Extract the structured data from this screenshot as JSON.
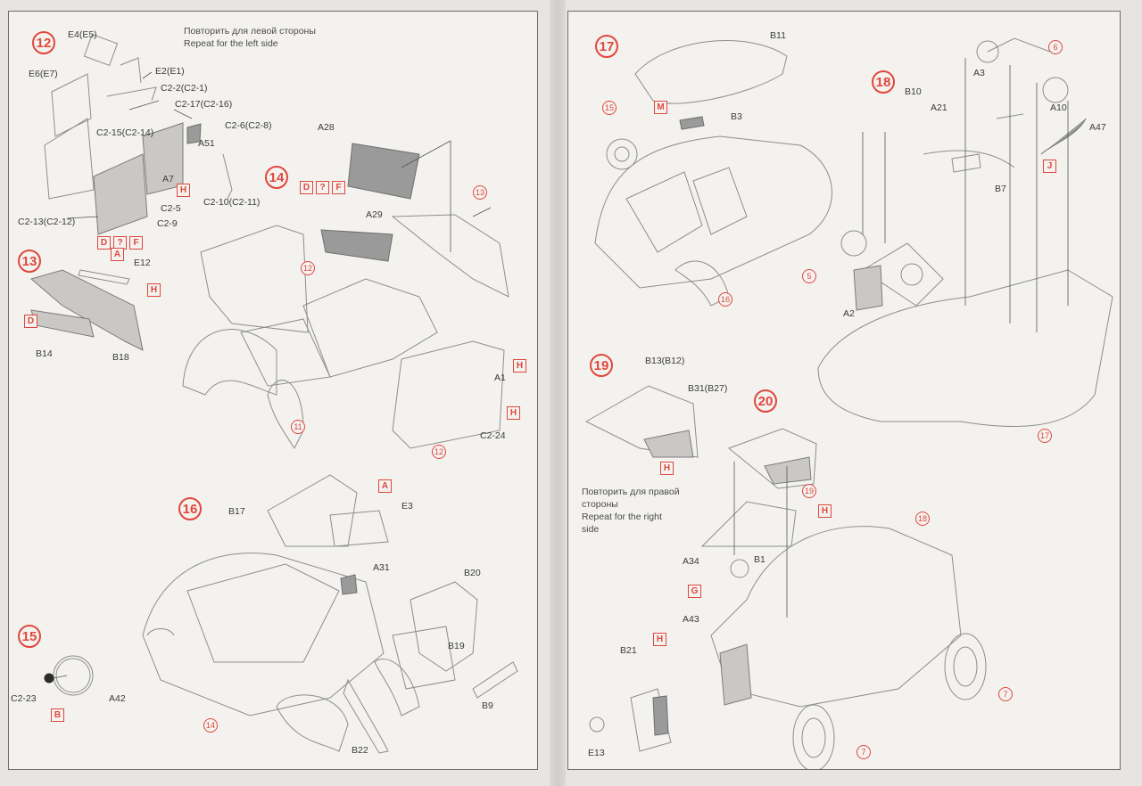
{
  "left": {
    "step12": {
      "num": "12",
      "note_ru": "Повторить для левой стороны",
      "note_en": "Repeat for the left side",
      "labels": [
        "E4(E5)",
        "E6(E7)",
        "E2(E1)",
        "C2-2(C2-1)",
        "C2-17(C2-16)",
        "C2-15(C2-14)",
        "C2-6(C2-8)",
        "A51",
        "A7",
        "C2-5",
        "C2-9",
        "C2-10(C2-11)",
        "C2-13(C2-12)"
      ],
      "boxes": [
        "H",
        "D",
        "?",
        "F"
      ]
    },
    "step13": {
      "num": "13",
      "labels": [
        "E12",
        "B14",
        "B18"
      ],
      "boxes": [
        "A",
        "H",
        "D"
      ]
    },
    "step14": {
      "num": "14",
      "labels": [
        "A28",
        "A29",
        "A1",
        "C2-24"
      ],
      "boxes": [
        "D",
        "?",
        "F",
        "H",
        "H"
      ],
      "refs": [
        "13",
        "12",
        "11",
        "12"
      ]
    },
    "step15": {
      "num": "15",
      "labels": [
        "C2-23",
        "A42"
      ],
      "boxes": [
        "B"
      ]
    },
    "step16": {
      "num": "16",
      "labels": [
        "B17",
        "E3",
        "A31",
        "B20",
        "B19",
        "B9",
        "B22"
      ],
      "boxes": [
        "A"
      ],
      "refs": [
        "14"
      ]
    }
  },
  "right": {
    "step17": {
      "num": "17",
      "labels": [
        "B11",
        "B3"
      ],
      "boxes": [
        "M"
      ],
      "refs": [
        "15",
        "16"
      ]
    },
    "step18": {
      "num": "18",
      "labels": [
        "B10",
        "A21",
        "A3",
        "A10",
        "A47",
        "B7",
        "A2"
      ],
      "boxes": [
        "J"
      ],
      "refs": [
        "6",
        "5",
        "17"
      ]
    },
    "step19": {
      "num": "19",
      "labels": [
        "B13(B12)",
        "B31(B27)"
      ],
      "boxes": [
        "H"
      ],
      "note_ru_1": "Повторить для правой",
      "note_ru_2": "стороны",
      "note_en_1": "Repeat for the right",
      "note_en_2": "side"
    },
    "step20": {
      "num": "20",
      "labels": [
        "B1",
        "A34",
        "A43",
        "B21",
        "E13"
      ],
      "boxes": [
        "H",
        "G",
        "H"
      ],
      "refs": [
        "19",
        "18",
        "7",
        "7"
      ]
    }
  }
}
